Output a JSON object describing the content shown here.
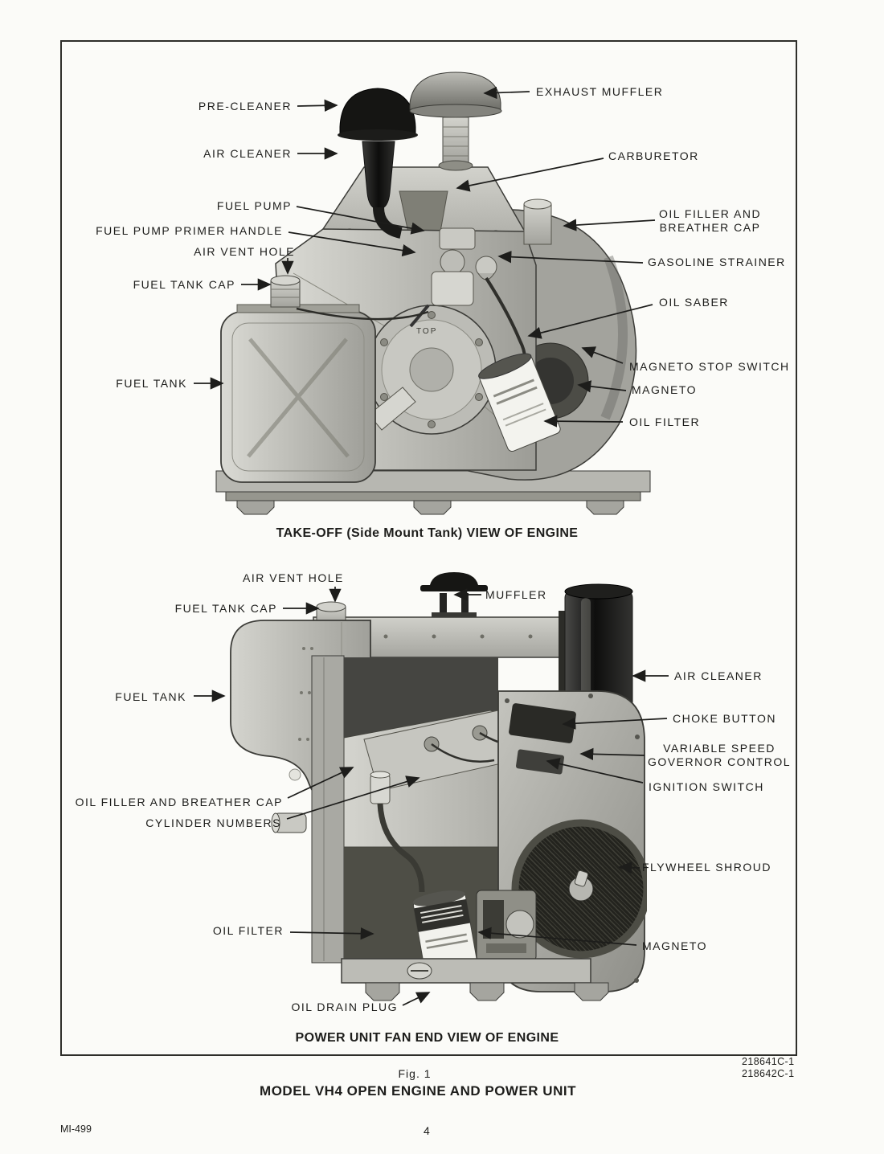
{
  "figure_top": {
    "caption": "TAKE-OFF (Side Mount Tank) VIEW OF ENGINE",
    "marking": "TOP",
    "labels": [
      {
        "text": "PRE-CLEANER"
      },
      {
        "text": "AIR CLEANER"
      },
      {
        "text": "FUEL PUMP"
      },
      {
        "text": "FUEL PUMP PRIMER HANDLE"
      },
      {
        "text": "AIR VENT HOLE"
      },
      {
        "text": "FUEL TANK CAP"
      },
      {
        "text": "FUEL TANK"
      },
      {
        "text": "EXHAUST MUFFLER"
      },
      {
        "text": "CARBURETOR"
      },
      {
        "text": "OIL FILLER AND\nBREATHER CAP"
      },
      {
        "text": "GASOLINE STRAINER"
      },
      {
        "text": "OIL SABER"
      },
      {
        "text": "MAGNETO STOP SWITCH"
      },
      {
        "text": "MAGNETO"
      },
      {
        "text": "OIL FILTER"
      }
    ]
  },
  "figure_bottom": {
    "caption": "POWER UNIT FAN END VIEW OF ENGINE",
    "labels": [
      {
        "text": "AIR VENT HOLE"
      },
      {
        "text": "FUEL TANK CAP"
      },
      {
        "text": "MUFFLER"
      },
      {
        "text": "FUEL TANK"
      },
      {
        "text": "AIR CLEANER"
      },
      {
        "text": "CHOKE BUTTON"
      },
      {
        "text": "VARIABLE SPEED\nGOVERNOR CONTROL"
      },
      {
        "text": "IGNITION SWITCH"
      },
      {
        "text": "OIL FILLER AND BREATHER CAP"
      },
      {
        "text": "CYLINDER NUMBERS"
      },
      {
        "text": "FLYWHEEL SHROUD"
      },
      {
        "text": "OIL FILTER"
      },
      {
        "text": "MAGNETO"
      },
      {
        "text": "OIL DRAIN PLUG"
      }
    ]
  },
  "footer": {
    "figure_label": "Fig. 1",
    "figure_title": "MODEL VH4 OPEN ENGINE AND POWER UNIT",
    "reference_numbers": [
      "218641C-1",
      "218642C-1"
    ],
    "doc_number": "MI-499",
    "page_number": "4"
  },
  "colors": {
    "ink": "#1d1d1b",
    "paper": "#fbfbf8"
  }
}
